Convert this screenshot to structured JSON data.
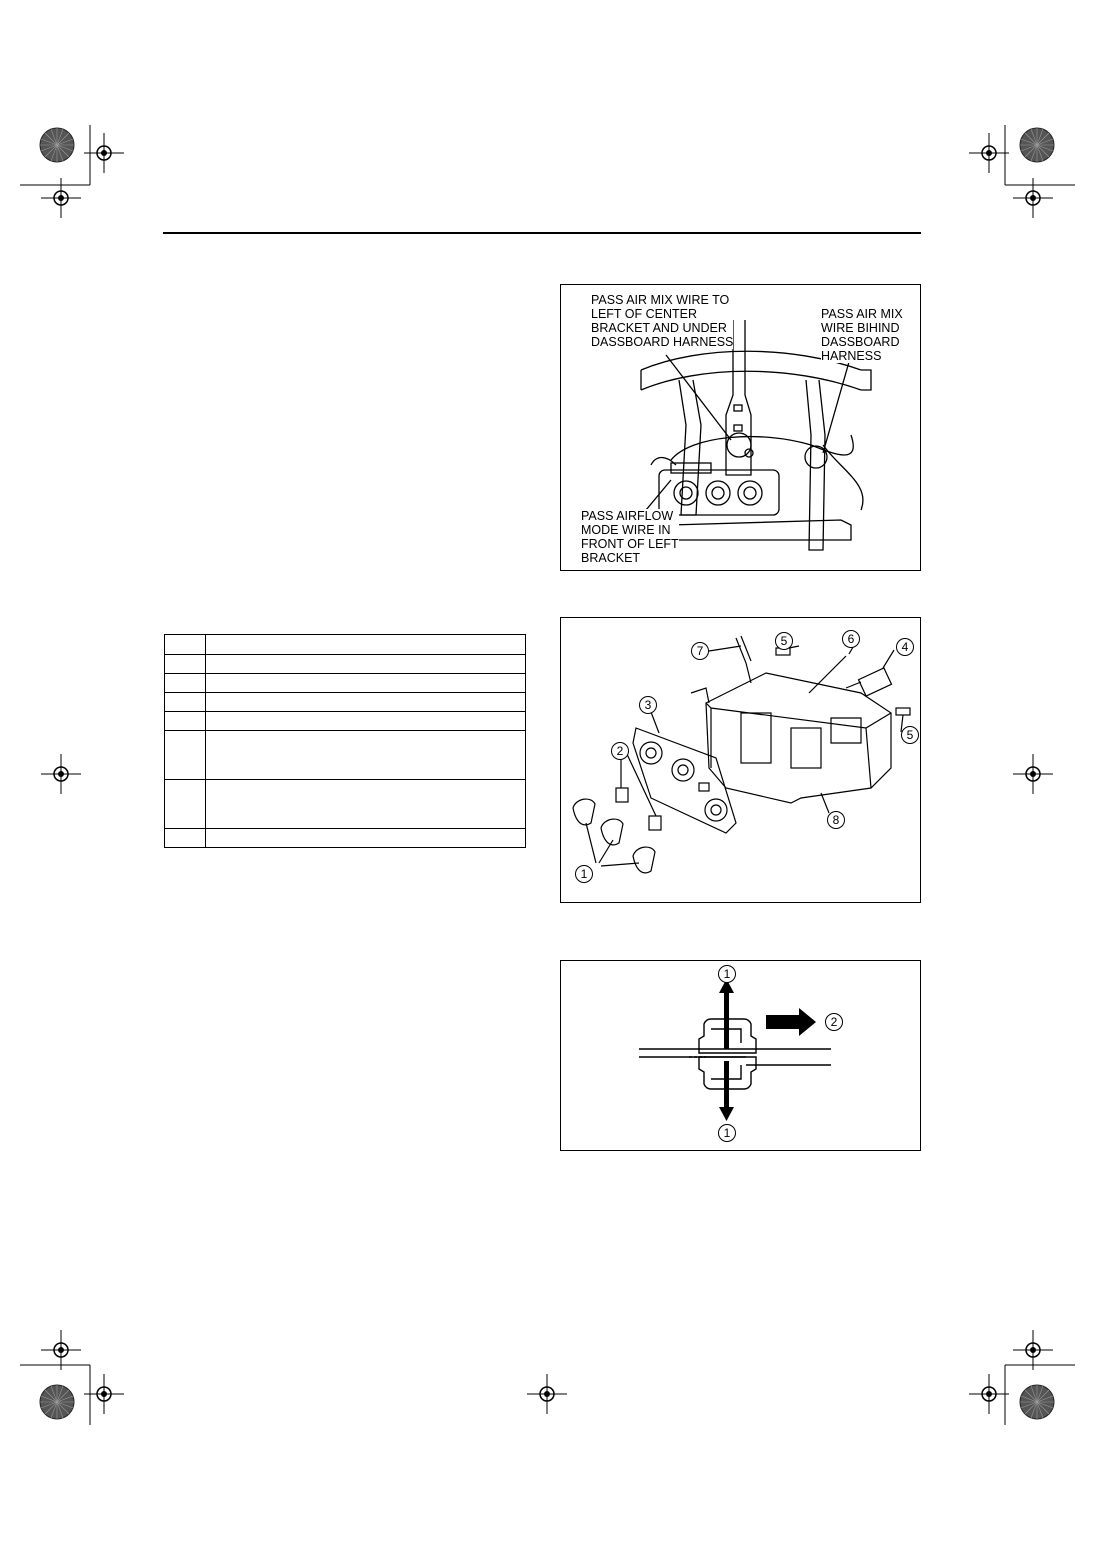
{
  "figure1": {
    "callout_top_left": [
      "PASS AIR MIX WIRE TO",
      "LEFT OF CENTER",
      "BRACKET AND UNDER",
      "DASSBOARD HARNESS"
    ],
    "callout_top_right": [
      "PASS AIR MIX",
      "WIRE BIHIND",
      "DASSBOARD",
      "HARNESS"
    ],
    "callout_bottom_left": [
      "PASS AIRFLOW",
      "MODE WIRE IN",
      "FRONT OF LEFT",
      "BRACKET"
    ]
  },
  "figure2": {
    "labels": [
      "1",
      "2",
      "3",
      "4",
      "5",
      "5",
      "6",
      "7",
      "8"
    ]
  },
  "figure3": {
    "labels": [
      "1",
      "1",
      "2"
    ]
  },
  "table": {
    "rows": [
      {
        "c1": "",
        "c2": ""
      },
      {
        "c1": "",
        "c2": ""
      },
      {
        "c1": "",
        "c2": ""
      },
      {
        "c1": "",
        "c2": ""
      },
      {
        "c1": "",
        "c2": ""
      },
      {
        "c1": "",
        "c2": ""
      },
      {
        "c1": "",
        "c2": ""
      },
      {
        "c1": "",
        "c2": ""
      }
    ]
  }
}
